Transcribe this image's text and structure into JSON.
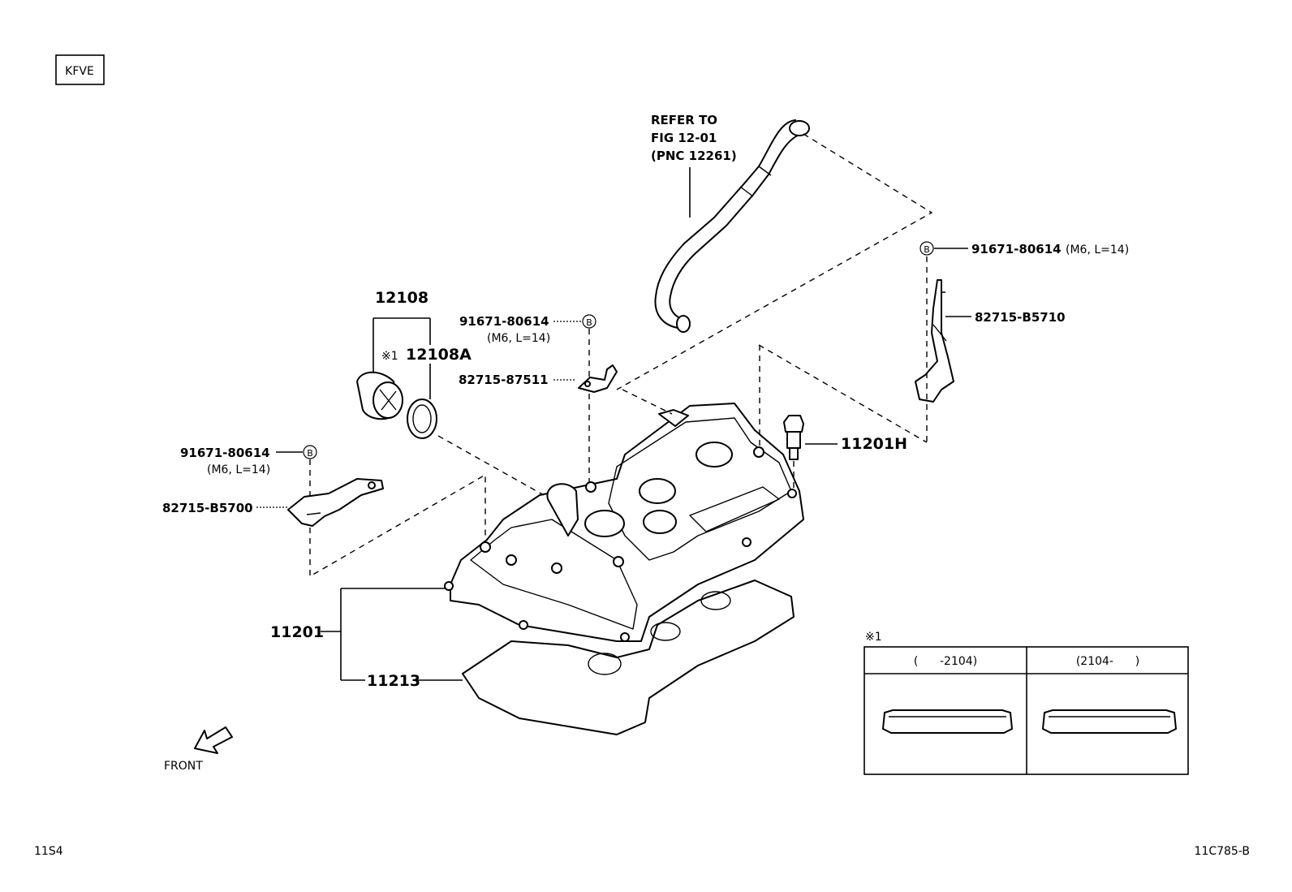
{
  "engine_code": "KFVE",
  "hose_note": {
    "line1": "REFER TO",
    "line2": "FIG 12-01",
    "line3": "(PNC 12261)"
  },
  "callouts": {
    "p12108": "12108",
    "p12108a_mark": "※1",
    "p12108a": "12108A",
    "bolt_center": "91671-80614",
    "bolt_center_spec": "(M6, L=14)",
    "bracket_center": "82715-87511",
    "bolt_right": "91671-80614",
    "bolt_right_spec": "(M6, L=14)",
    "bracket_right": "82715-B5710",
    "bolt_left": "91671-80614",
    "bolt_left_spec": "(M6, L=14)",
    "bracket_left": "82715-B5700",
    "stud": "11201H",
    "cover": "11201",
    "gasket": "11213",
    "circle_b": "B"
  },
  "table": {
    "mark": "※1",
    "col1": "(      -2104)",
    "col2": "(2104-      )"
  },
  "front_label": "FRONT",
  "footer_left": "11S4",
  "footer_right": "11C785-B"
}
